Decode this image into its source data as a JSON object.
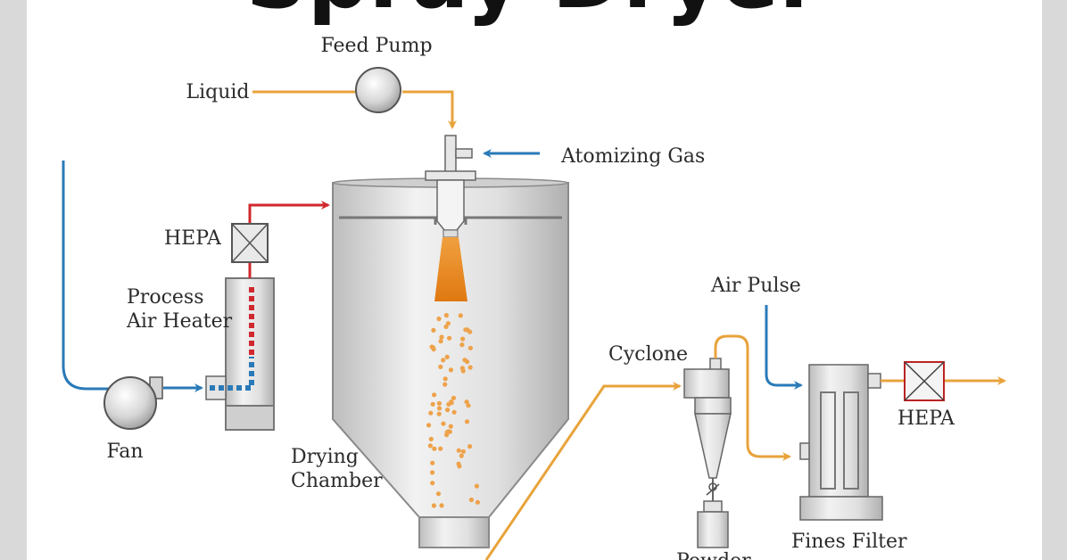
{
  "title": "Spray Dryer",
  "labels": {
    "feed_pump": "Feed Pump",
    "liquid": "Liquid",
    "atomizing_gas": "Atomizing Gas",
    "hepa_inlet": "HEPA",
    "process_air_heater_line1": "Process",
    "process_air_heater_line2": "Air Heater",
    "fan": "Fan",
    "drying_chamber_line1": "Drying",
    "drying_chamber_line2": "Chamber",
    "cyclone": "Cyclone",
    "air_pulse": "Air Pulse",
    "hepa_outlet": "HEPA",
    "fines_filter": "Fines Filter",
    "powder": "Powder"
  },
  "colors": {
    "liquid_line": "#e8a33c",
    "gas_line": "#2a7ab8",
    "hot_air_line": "#d0282e",
    "droplet": "#eea24a",
    "spray_cone": "#e58a1f",
    "equipment": "#dcdcdc",
    "background": "#ffffff",
    "frame": "#d9d9d9"
  }
}
